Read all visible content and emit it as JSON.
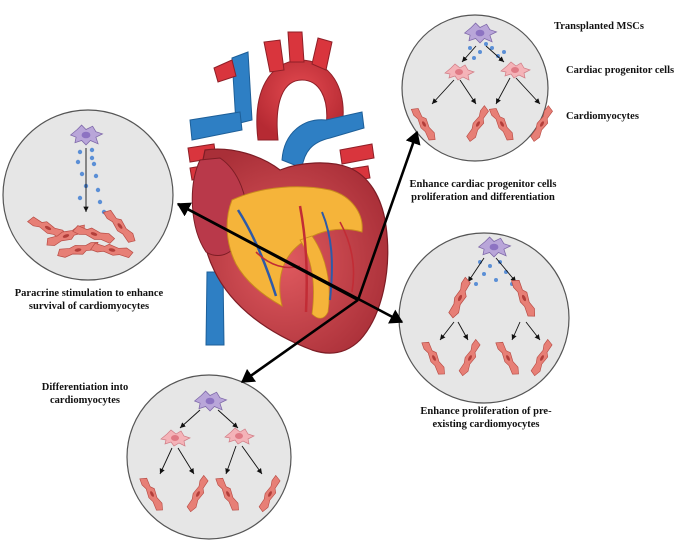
{
  "labels": {
    "transplanted_mscs": "Transplanted MSCs",
    "cardiac_progenitor_cells": "Cardiac progenitor cells",
    "cardiomyocytes": "Cardiomyocytes",
    "enhance_progenitor_line1": "Enhance cardiac progenitor cells",
    "enhance_progenitor_line2": "proliferation and differentiation",
    "paracrine_line1": "Paracrine stimulation to enhance",
    "paracrine_line2": "survival of cardiomyocytes",
    "enhance_preexisting_line1": "Enhance proliferation of pre-",
    "enhance_preexisting_line2": "existing cardiomyocytes",
    "differentiation_line1": "Differentiation into",
    "differentiation_line2": "cardiomyocytes"
  },
  "colors": {
    "circle_fill": "#e6e6e6",
    "circle_stroke": "#555555",
    "msc_cell": "#b9a6d9",
    "progenitor_cell": "#f4b3b8",
    "cardiomyocyte": "#e77f76",
    "secretion_dot": "#5b8fd6",
    "aorta_red": "#d9353d",
    "vein_blue": "#2e7fc4",
    "fat_yellow": "#f5b43a",
    "muscle": "#c9454c"
  }
}
